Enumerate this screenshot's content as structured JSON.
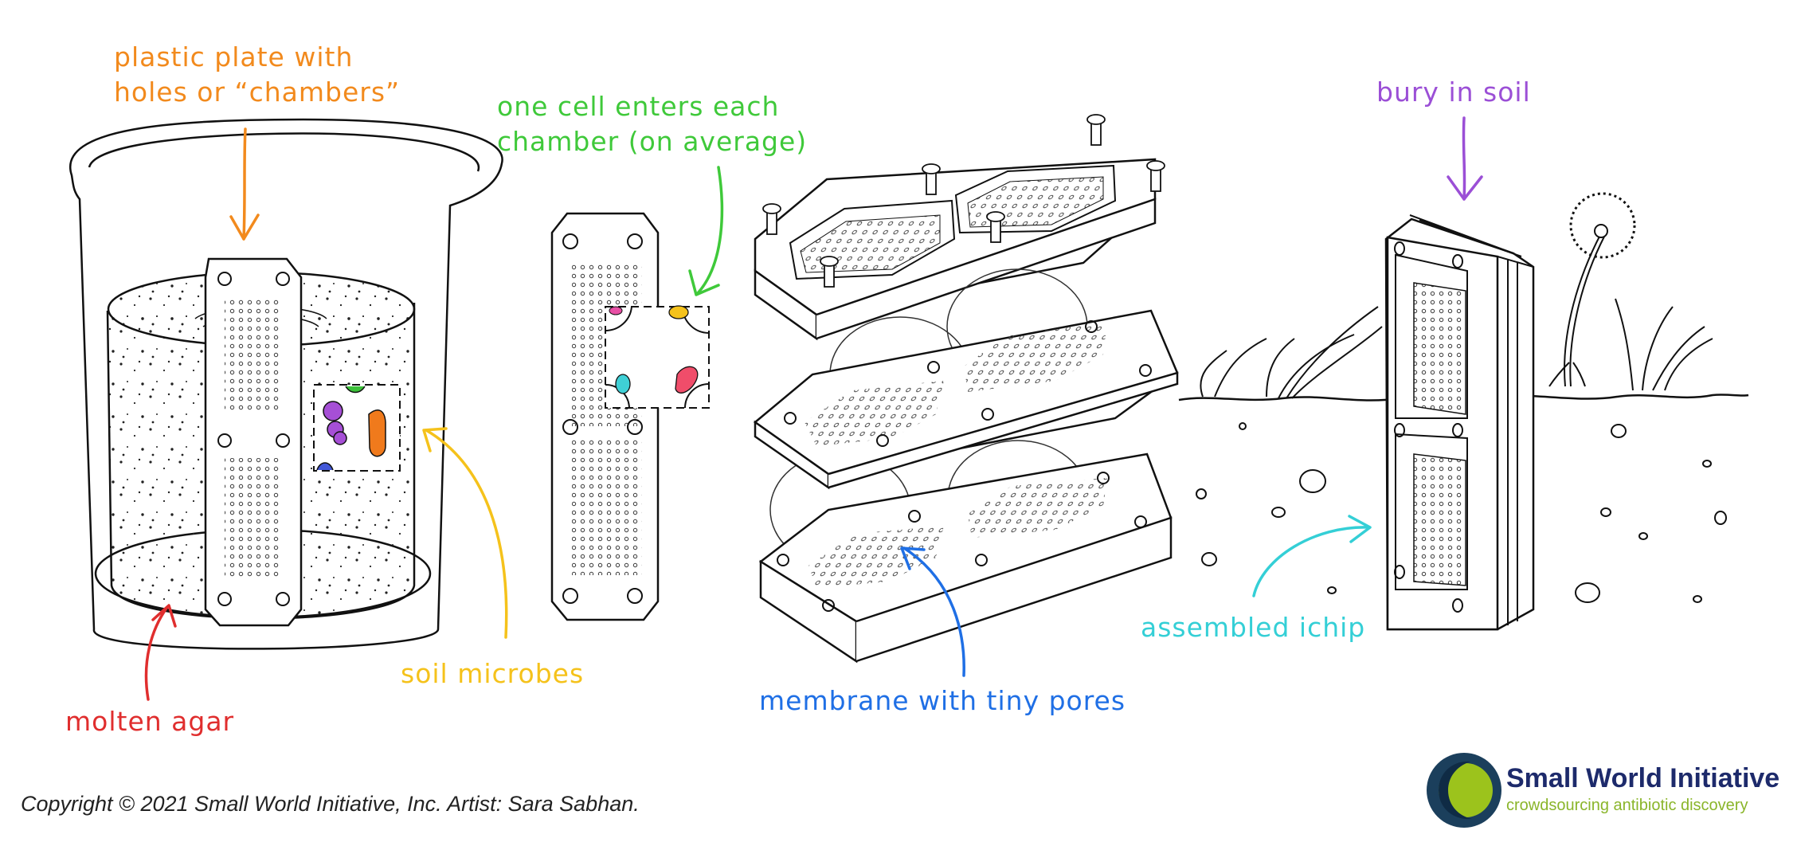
{
  "labels": {
    "plate_line1": "plastic plate with",
    "plate_line2": "holes or “chambers”",
    "cell_line1": "one cell enters each",
    "cell_line2": "chamber (on average)",
    "bury": "bury in soil",
    "microbes": "soil microbes",
    "agar": "molten agar",
    "membrane": "membrane with tiny pores",
    "assembled": "assembled ichip"
  },
  "footer": {
    "copyright": "Copyright © 2021 Small World Initiative, Inc. Artist: Sara Sabhan."
  },
  "logo": {
    "name": "Small World Initiative",
    "tagline": "crowdsourcing antibiotic discovery"
  },
  "colors": {
    "orange": "#f28a1d",
    "green": "#3fc93a",
    "purple": "#9b4fd6",
    "yellow": "#f5c21b",
    "red": "#e02e2e",
    "blue": "#1f6fe5",
    "cyan": "#34cfd6",
    "ink": "#1a1a1a"
  }
}
